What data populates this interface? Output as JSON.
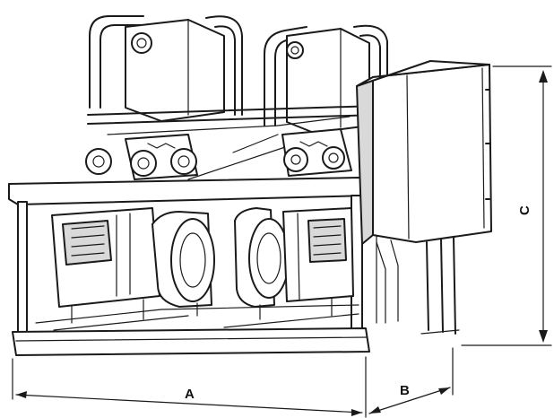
{
  "dimensions": {
    "a_label": "A",
    "b_label": "B",
    "c_label": "C"
  },
  "colors": {
    "line": "#1a1a1a",
    "shade": "#d9d9d9",
    "dark": "#8c8c8c",
    "background": "#ffffff"
  }
}
